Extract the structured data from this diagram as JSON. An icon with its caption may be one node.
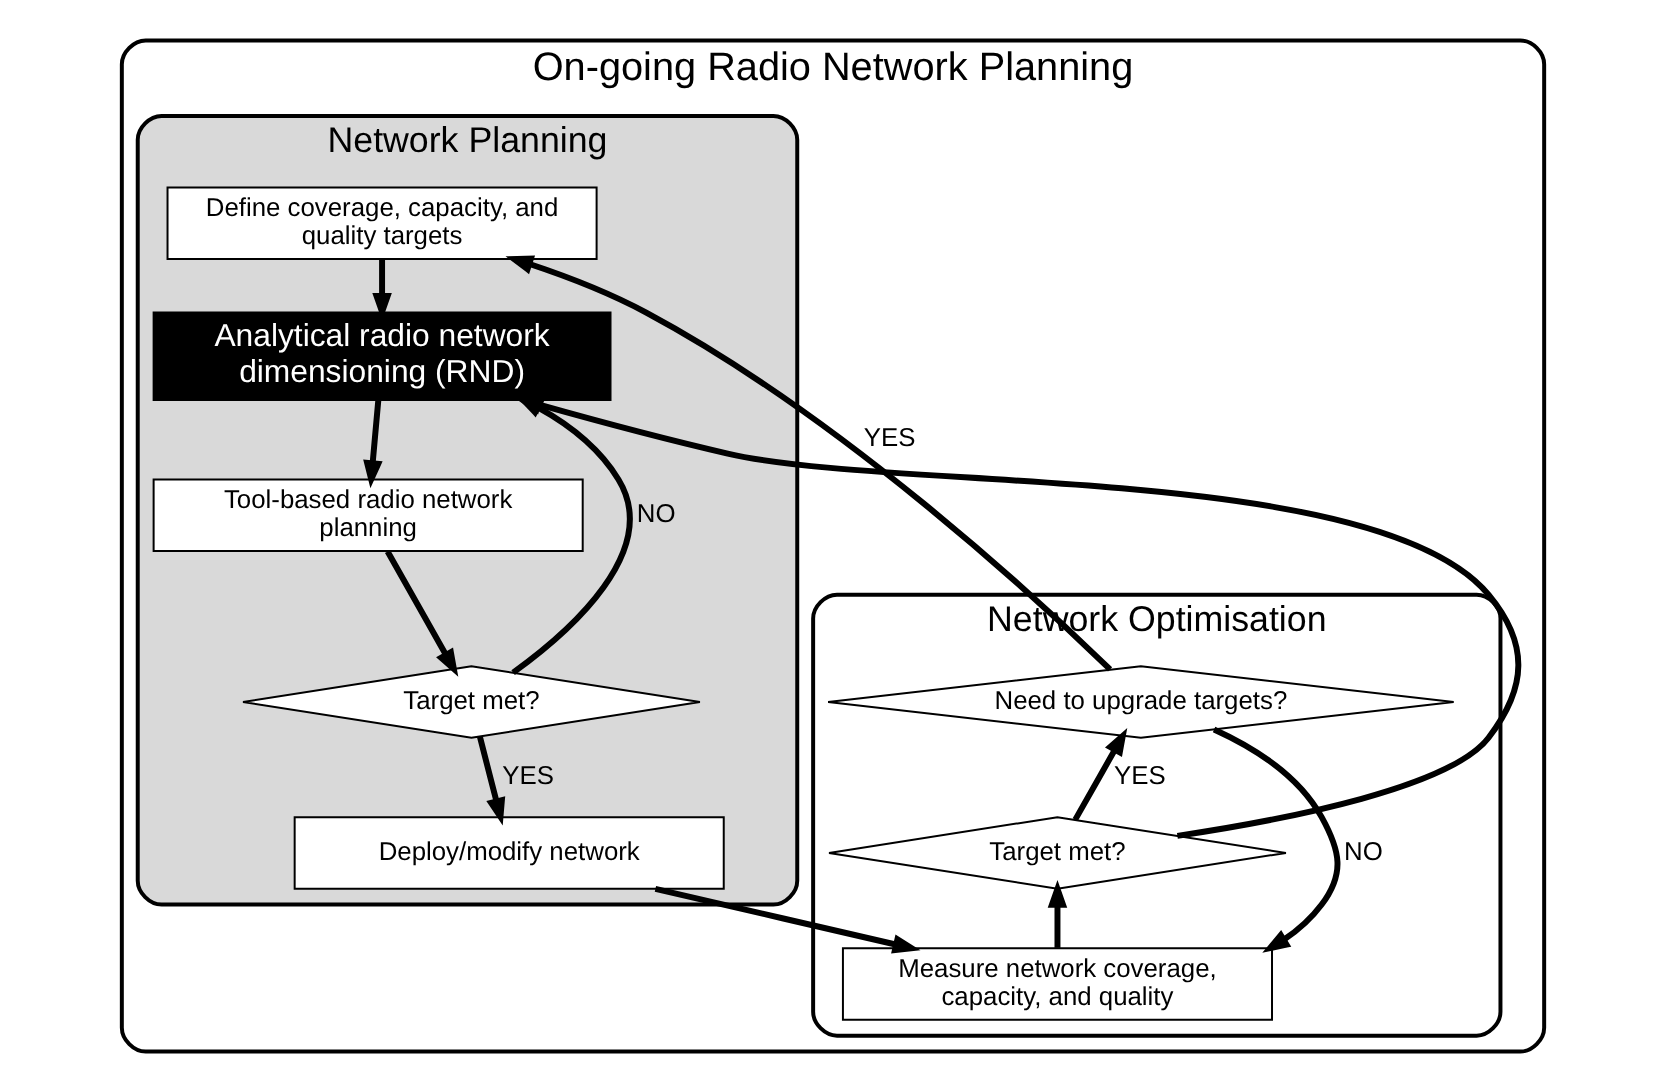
{
  "diagram": {
    "nodes": [
      {
        "text": [
          "On-going Radio Network Planning"
        ]
      },
      {
        "text": [
          "Network Planning"
        ],
        "in": 0
      },
      {
        "text": [
          "Network Optimisation"
        ],
        "in": 0
      },
      {
        "text": [
          "Define coverage, capacity, and quality targets"
        ],
        "in": 1
      },
      {
        "text": [
          "Analytical radio network dimensioning (RND)"
        ],
        "in": 1
      },
      {
        "text": [
          "Tool-based radio network planning"
        ],
        "in": 1
      },
      {
        "text": [
          "Target met?"
        ],
        "in": 1
      },
      {
        "text": [
          "Deploy/modify network"
        ],
        "in": 1
      },
      {
        "text": [
          "Need to upgrade targets?"
        ],
        "in": 2
      },
      {
        "text": [
          "Target met?"
        ],
        "in": 2
      },
      {
        "text": [
          "Measure network coverage, capacity, and quality"
        ],
        "in": 2
      }
    ],
    "edges": [
      {
        "from": 3,
        "to": 4,
        "arrow": "to"
      },
      {
        "from": 4,
        "to": 5,
        "arrow": "to"
      },
      {
        "from": 5,
        "to": 6,
        "arrow": "to"
      },
      {
        "from": 6,
        "to": 4,
        "arrow": "to",
        "label": "NO"
      },
      {
        "from": 6,
        "to": 7,
        "arrow": "to",
        "label": "YES"
      },
      {
        "from": 7,
        "to": 10,
        "arrow": "to"
      },
      {
        "from": 10,
        "to": 9,
        "arrow": "to"
      },
      {
        "from": 9,
        "to": 8,
        "arrow": "to",
        "label": "YES"
      },
      {
        "from": 8,
        "to": 3,
        "arrow": "to",
        "label": "YES"
      },
      {
        "from": 9,
        "to": 4,
        "arrow": "to"
      },
      {
        "from": 8,
        "to": 10,
        "arrow": "to",
        "label": "NO"
      }
    ]
  }
}
